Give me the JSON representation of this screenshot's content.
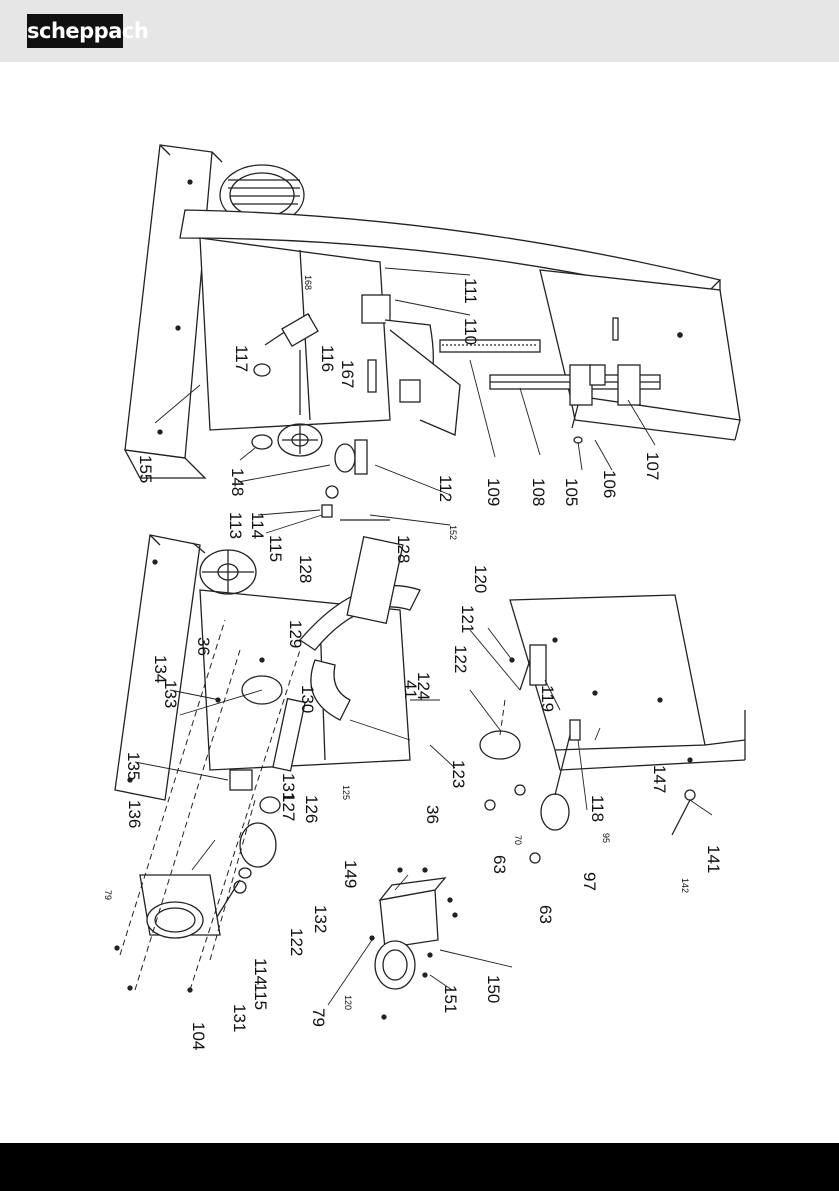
{
  "header": {
    "brand": "scheppach"
  },
  "diagram": {
    "callouts": [
      {
        "id": "c155",
        "text": "155"
      },
      {
        "id": "c148",
        "text": "148"
      },
      {
        "id": "c113",
        "text": "113"
      },
      {
        "id": "c114a",
        "text": "114"
      },
      {
        "id": "c115a",
        "text": "115"
      },
      {
        "id": "c117",
        "text": "117"
      },
      {
        "id": "c116",
        "text": "116"
      },
      {
        "id": "c168",
        "text": "168"
      },
      {
        "id": "c167",
        "text": "167"
      },
      {
        "id": "c111",
        "text": "111"
      },
      {
        "id": "c110",
        "text": "110"
      },
      {
        "id": "c112",
        "text": "112"
      },
      {
        "id": "c109",
        "text": "109"
      },
      {
        "id": "c108",
        "text": "108"
      },
      {
        "id": "c105",
        "text": "105"
      },
      {
        "id": "c106",
        "text": "106"
      },
      {
        "id": "c107",
        "text": "107"
      },
      {
        "id": "c152",
        "text": "152"
      },
      {
        "id": "c128a",
        "text": "128"
      },
      {
        "id": "c128b",
        "text": "128"
      },
      {
        "id": "c36a",
        "text": "36"
      },
      {
        "id": "c134",
        "text": "134"
      },
      {
        "id": "c133",
        "text": "133"
      },
      {
        "id": "c129",
        "text": "129"
      },
      {
        "id": "c130",
        "text": "130"
      },
      {
        "id": "c135",
        "text": "135"
      },
      {
        "id": "c131a",
        "text": "131"
      },
      {
        "id": "c127",
        "text": "127"
      },
      {
        "id": "c126",
        "text": "126"
      },
      {
        "id": "c125",
        "text": "125"
      },
      {
        "id": "c124",
        "text": "124"
      },
      {
        "id": "c41",
        "text": "41"
      },
      {
        "id": "c36b",
        "text": "36"
      },
      {
        "id": "c123",
        "text": "123"
      },
      {
        "id": "c122a",
        "text": "122"
      },
      {
        "id": "c121",
        "text": "121"
      },
      {
        "id": "c120a",
        "text": "120"
      },
      {
        "id": "c119",
        "text": "119"
      },
      {
        "id": "c118",
        "text": "118"
      },
      {
        "id": "c147",
        "text": "147"
      },
      {
        "id": "c95",
        "text": "95"
      },
      {
        "id": "c97",
        "text": "97"
      },
      {
        "id": "c70",
        "text": "70"
      },
      {
        "id": "c63a",
        "text": "63"
      },
      {
        "id": "c63b",
        "text": "63"
      },
      {
        "id": "c141",
        "text": "141"
      },
      {
        "id": "c142",
        "text": "142"
      },
      {
        "id": "c136",
        "text": "136"
      },
      {
        "id": "c132",
        "text": "132"
      },
      {
        "id": "c122b",
        "text": "122"
      },
      {
        "id": "c114b",
        "text": "114"
      },
      {
        "id": "c115b",
        "text": "115"
      },
      {
        "id": "c131b",
        "text": "131"
      },
      {
        "id": "c104",
        "text": "104"
      },
      {
        "id": "c79a",
        "text": "79"
      },
      {
        "id": "c79b",
        "text": "79"
      },
      {
        "id": "c149",
        "text": "149"
      },
      {
        "id": "c150",
        "text": "150"
      },
      {
        "id": "c151",
        "text": "151"
      },
      {
        "id": "c120b",
        "text": "120"
      }
    ]
  }
}
